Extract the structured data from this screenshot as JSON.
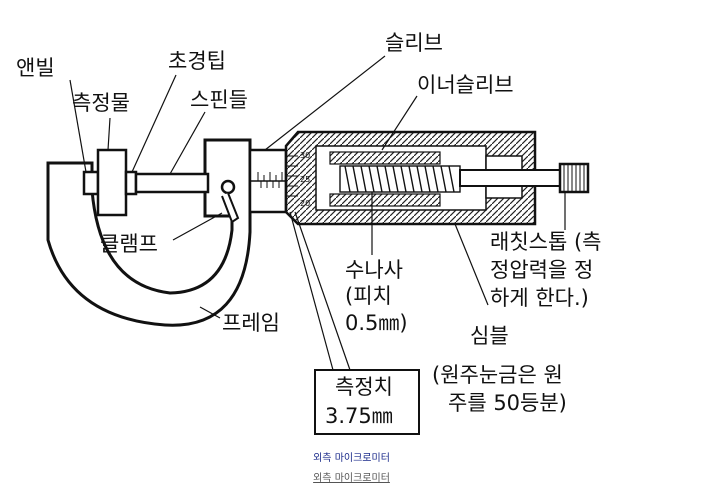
{
  "diagram": {
    "labels": {
      "anvil": "앤빌",
      "tip": "초경팁",
      "object": "측정물",
      "spindle": "스핀들",
      "sleeve": "슬리브",
      "inner_sleeve": "이너슬리브",
      "clamp": "클램프",
      "frame": "프레임",
      "screw_1": "수나사",
      "screw_2": "(피치",
      "screw_3": "0.5㎜)",
      "ratchet_1": "래칫스톱 (측",
      "ratchet_2": "정압력을 정",
      "ratchet_3": "하게 한다.)",
      "thimble_1": "심블",
      "thimble_2": "(원주눈금은 원",
      "thimble_3": "주를 50등분)",
      "reading_1": "측정치",
      "reading_2": "3.75㎜"
    },
    "thimble_scale": [
      "30",
      "25",
      "20"
    ]
  },
  "captions": {
    "caption": "외측 마이크로미터",
    "link": "외측 마이크로미터"
  }
}
